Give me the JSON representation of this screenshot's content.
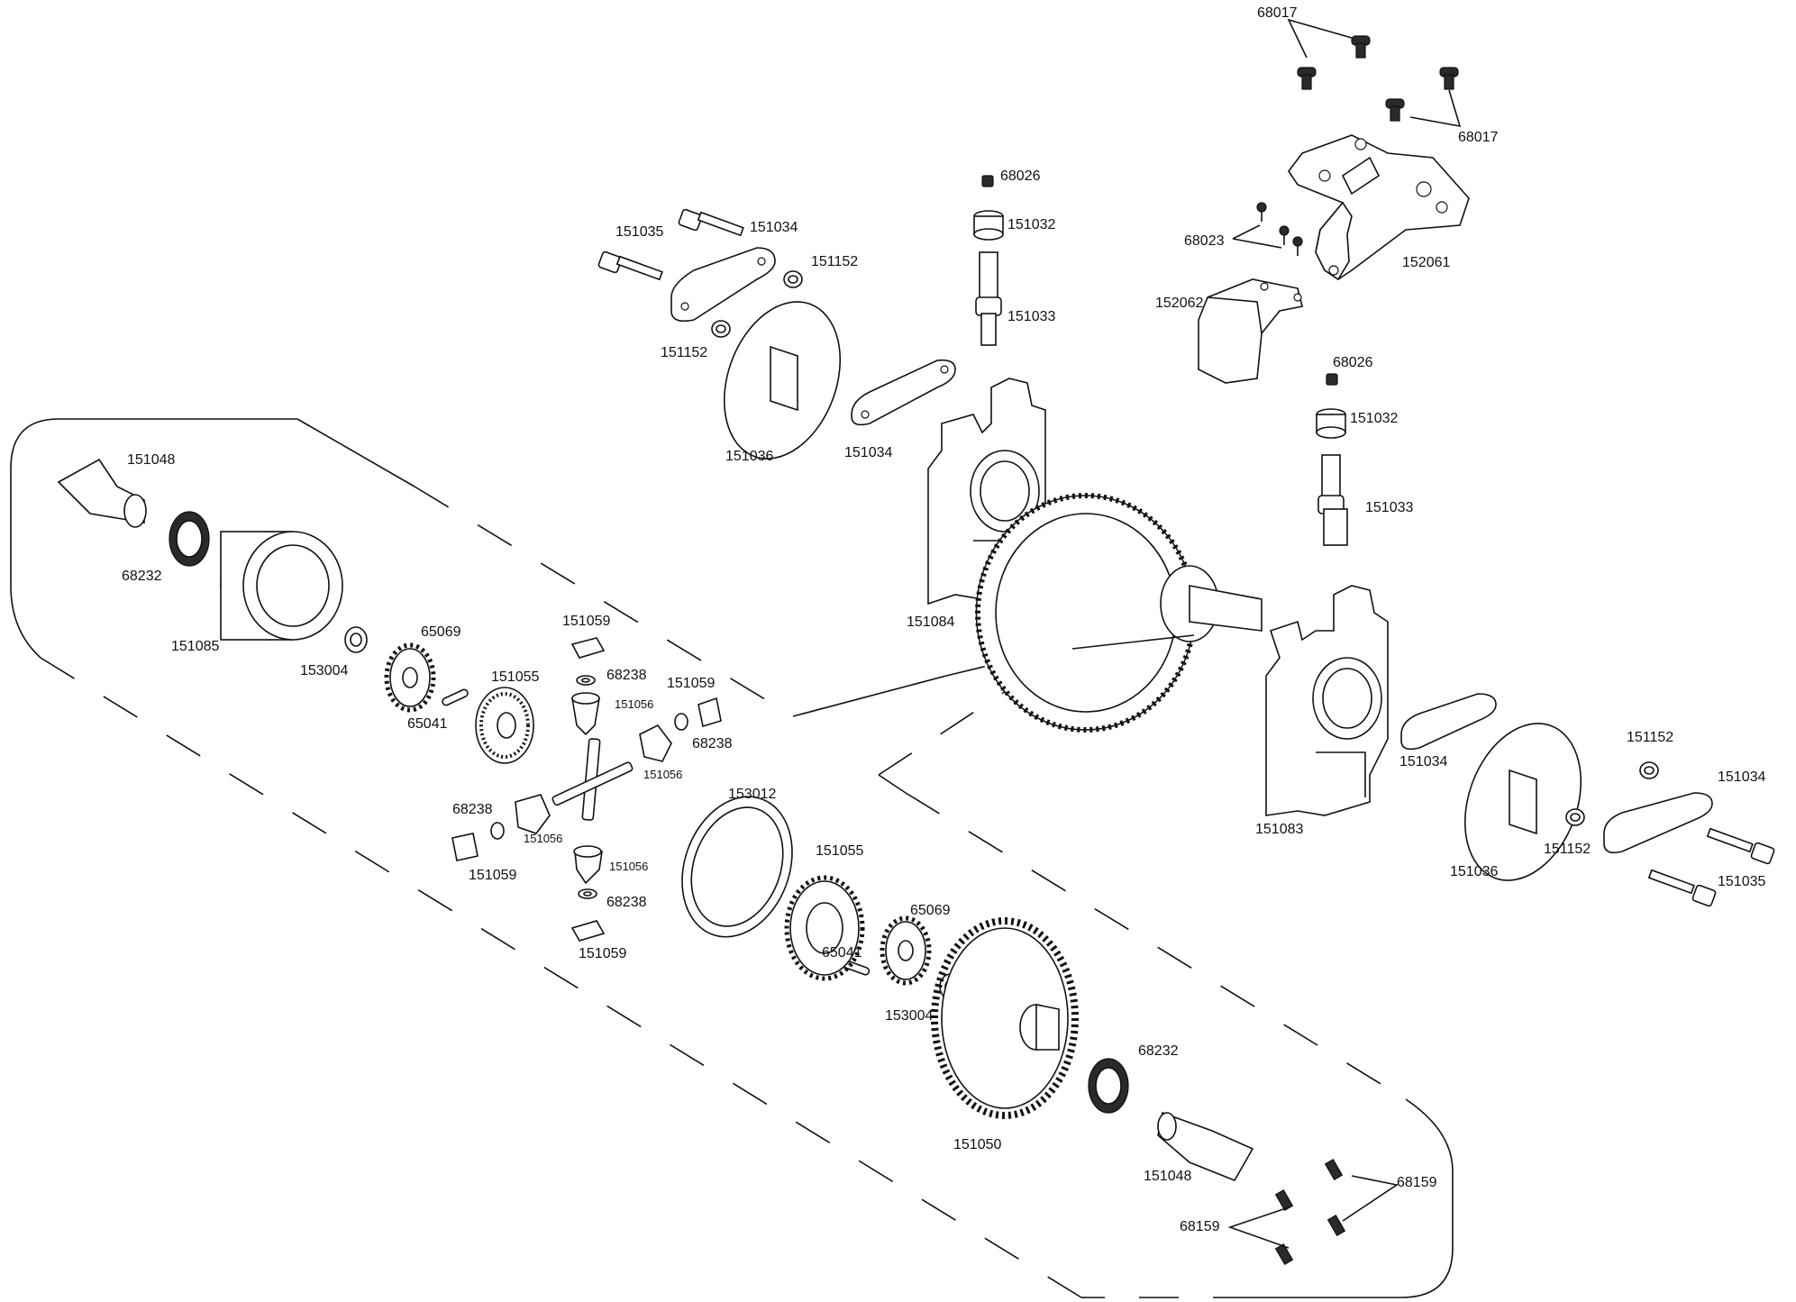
{
  "labels": {
    "p68017_a": "68017",
    "p68017_b": "68017",
    "p68026_a": "68026",
    "p151032_a": "151032",
    "p151033_a": "151033",
    "p151035_a": "151035",
    "p151034_a": "151034",
    "p151152_a": "151152",
    "p151152_b": "151152",
    "p151036_a": "151036",
    "p151034_b": "151034",
    "p68023": "68023",
    "p152061": "152061",
    "p152062": "152062",
    "p68026_b": "68026",
    "p151032_b": "151032",
    "p151033_b": "151033",
    "p151048_a": "151048",
    "p68232_a": "68232",
    "p151085": "151085",
    "p153004_a": "153004",
    "p65069_a": "65069",
    "p65041_a": "65041",
    "p151055_a": "151055",
    "p151059_a": "151059",
    "p68238_a": "68238",
    "p151056_a": "151056",
    "p151059_b": "151059",
    "p68238_b": "68238",
    "p151056_b": "151056",
    "p68238_c": "68238",
    "p151056_c": "151056",
    "p151059_c": "151059",
    "p151056_d": "151056",
    "p68238_d": "68238",
    "p151059_d": "151059",
    "p151084": "151084",
    "p151083": "151083",
    "p151034_c": "151034",
    "p151152_c": "151152",
    "p151034_d": "151034",
    "p151036_b": "151036",
    "p151152_d": "151152",
    "p151035_b": "151035",
    "p153012": "153012",
    "p151055_b": "151055",
    "p65069_b": "65069",
    "p65041_b": "65041",
    "p153004_b": "153004",
    "p151050": "151050",
    "p68232_b": "68232",
    "p151048_b": "151048",
    "p68159_a": "68159",
    "p68159_b": "68159"
  }
}
